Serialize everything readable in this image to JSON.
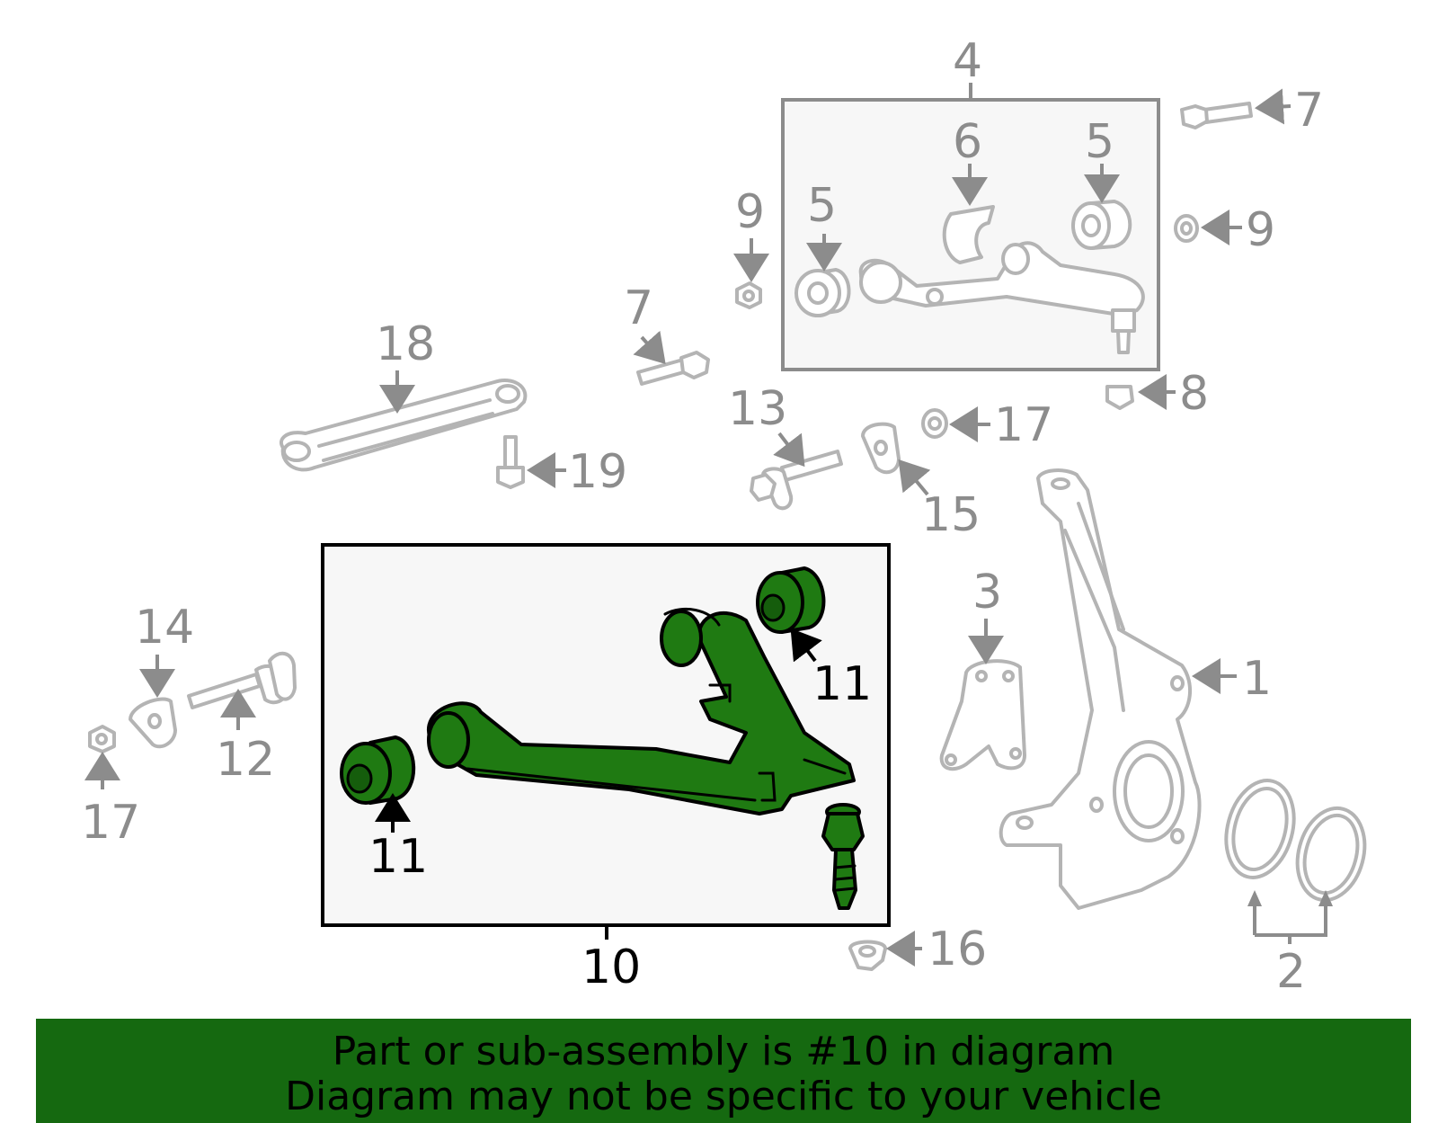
{
  "callouts": {
    "c1": "1",
    "c2": "2",
    "c3": "3",
    "c4": "4",
    "c5a": "5",
    "c5b": "5",
    "c6": "6",
    "c7a": "7",
    "c7b": "7",
    "c8": "8",
    "c9a": "9",
    "c9b": "9",
    "c10": "10",
    "c11a": "11",
    "c11b": "11",
    "c12": "12",
    "c13": "13",
    "c14": "14",
    "c15": "15",
    "c16": "16",
    "c17a": "17",
    "c17b": "17",
    "c18": "18",
    "c19": "19"
  },
  "banner": {
    "line1": "Part or sub-assembly is #10 in diagram",
    "line2": "Diagram may not be specific to your vehicle"
  },
  "colors": {
    "highlight": "#1f7a12",
    "banner": "#156910",
    "callout_gray": "#8c8c8c",
    "part_outline": "#b4b4b4"
  }
}
